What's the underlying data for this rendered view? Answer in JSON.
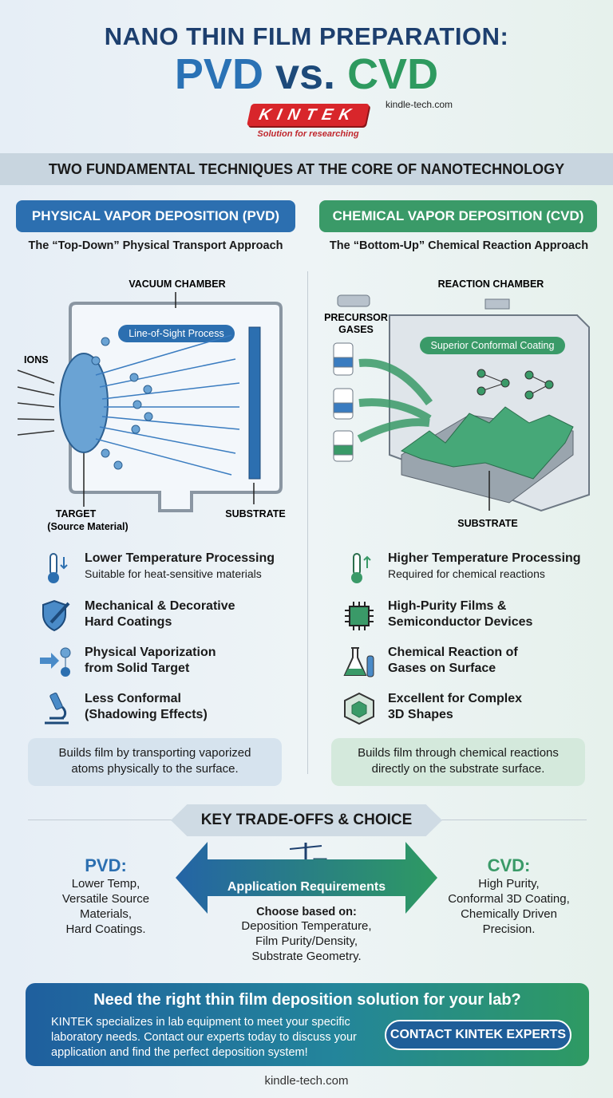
{
  "header": {
    "title_line1": "NANO THIN FILM PREPARATION:",
    "title_pvd": "PVD",
    "title_vs": "vs.",
    "title_cvd": "CVD",
    "website": "kindle-tech.com",
    "logo_text": "KINTEK",
    "logo_tagline": "Solution for researching"
  },
  "banner": "TWO FUNDAMENTAL TECHNIQUES AT THE CORE OF NANOTECHNOLOGY",
  "colors": {
    "pvd_blue": "#2c6fb0",
    "cvd_green": "#3a9a68",
    "navy": "#1d3f6e",
    "logo_red": "#d8262b"
  },
  "pvd": {
    "heading": "PHYSICAL VAPOR DEPOSITION (PVD)",
    "subtitle": "The “Top-Down” Physical Transport Approach",
    "diagram": {
      "chamber_label": "VACUUM CHAMBER",
      "process_label": "Line-of-Sight Process",
      "ions_label": "IONS",
      "target_label": "TARGET",
      "target_sub": "(Source Material)",
      "substrate_label": "SUBSTRATE"
    },
    "features": [
      {
        "icon": "thermometer-down-icon",
        "title": "Lower Temperature Processing",
        "desc": "Suitable for heat-sensitive materials"
      },
      {
        "icon": "shield-icon",
        "title": "Mechanical & Decorative",
        "title2": "Hard Coatings"
      },
      {
        "icon": "vaporization-arrow-icon",
        "title": "Physical Vaporization",
        "title2": "from Solid Target"
      },
      {
        "icon": "microscope-icon",
        "title": "Less Conformal",
        "title2": "(Shadowing Effects)"
      }
    ],
    "summary_line1": "Builds film by transporting vaporized",
    "summary_line2": "atoms physically to the surface."
  },
  "cvd": {
    "heading": "CHEMICAL VAPOR DEPOSITION (CVD)",
    "subtitle": "The “Bottom-Up” Chemical Reaction Approach",
    "diagram": {
      "chamber_label": "REACTION CHAMBER",
      "precursor_label1": "PRECURSOR",
      "precursor_label2": "GASES",
      "coating_label": "Superior Conformal Coating",
      "substrate_label": "SUBSTRATE"
    },
    "features": [
      {
        "icon": "thermometer-up-icon",
        "title": "Higher Temperature Processing",
        "desc": "Required for chemical reactions"
      },
      {
        "icon": "chip-icon",
        "title": "High-Purity Films &",
        "title2": "Semiconductor Devices"
      },
      {
        "icon": "flask-icon",
        "title": "Chemical Reaction of",
        "title2": "Gases on Surface"
      },
      {
        "icon": "cube-icon",
        "title": "Excellent for Complex",
        "title2": "3D Shapes"
      }
    ],
    "summary_line1": "Builds film through chemical reactions",
    "summary_line2": "directly on the substrate surface."
  },
  "tradeoffs": {
    "heading": "KEY TRADE-OFFS & CHOICE",
    "pvd_title": "PVD:",
    "pvd_lines": [
      "Lower Temp,",
      "Versatile Source",
      "Materials,",
      "Hard Coatings."
    ],
    "cvd_title": "CVD:",
    "cvd_lines": [
      "High Purity,",
      "Conformal 3D Coating,",
      "Chemically Driven",
      "Precision."
    ],
    "arrow_label": "Application Requirements",
    "choose_title": "Choose based on:",
    "choose_lines": [
      "Deposition Temperature,",
      "Film Purity/Density,",
      "Substrate Geometry."
    ]
  },
  "cta": {
    "heading": "Need the right thin film deposition solution for your lab?",
    "body": "KINTEK specializes in lab equipment to meet your specific laboratory needs. Contact our experts today to discuss your application and find the perfect deposition system!",
    "button": "CONTACT KINTEK EXPERTS"
  },
  "footer": "kindle-tech.com"
}
